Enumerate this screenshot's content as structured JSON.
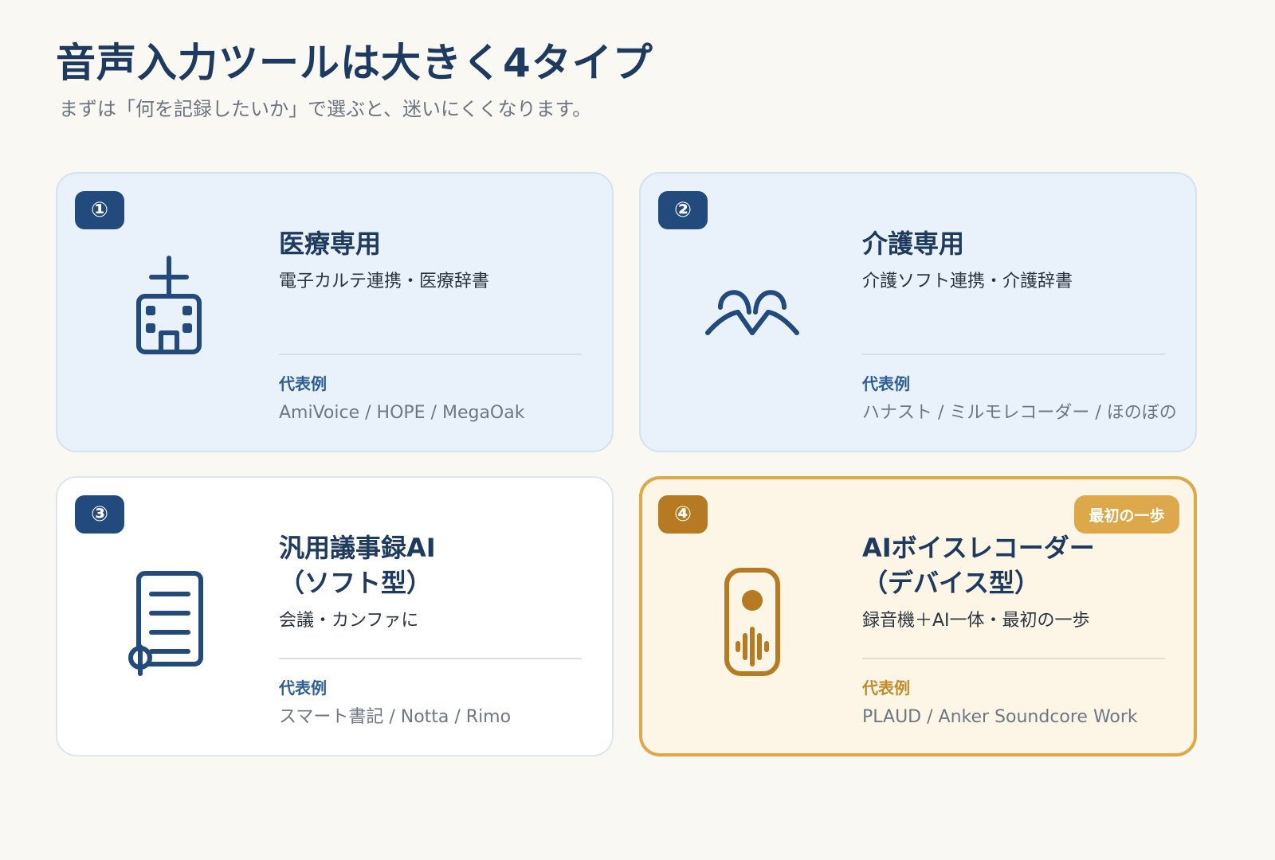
{
  "header": {
    "title": "音声入力ツールは大きく4タイプ",
    "subtitle": "まずは「何を記録したいか」で選ぶと、迷いにくくなります。"
  },
  "colors": {
    "primary": "#1e3a5f",
    "number_badge": "#234a7c",
    "accent_gold": "#dda84a",
    "highlight_background": "#fdf6e6",
    "card_blue_background": "#e9f1fb"
  },
  "cards": [
    {
      "number": "①",
      "icon": "hospital-icon",
      "title": "医療専用",
      "description": "電子カルテ連携・医療辞書",
      "examples_label": "代表例",
      "examples": "AmiVoice / HOPE / MegaOak"
    },
    {
      "number": "②",
      "icon": "care-hands-icon",
      "title": "介護専用",
      "description": "介護ソフト連携・介護辞書",
      "examples_label": "代表例",
      "examples": "ハナスト / ミルモレコーダー / ほのぼの"
    },
    {
      "number": "③",
      "icon": "document-icon",
      "title": "汎用議事録AI\n（ソフト型）",
      "description": "会議・カンファに",
      "examples_label": "代表例",
      "examples": "スマート書記 / Notta / Rimo"
    },
    {
      "number": "④",
      "icon": "voice-recorder-icon",
      "title": "AIボイスレコーダー\n（デバイス型）",
      "description": "録音機＋AI一体・最初の一歩",
      "examples_label": "代表例",
      "examples": "PLAUD / Anker Soundcore Work",
      "badge": "最初の一歩"
    }
  ]
}
